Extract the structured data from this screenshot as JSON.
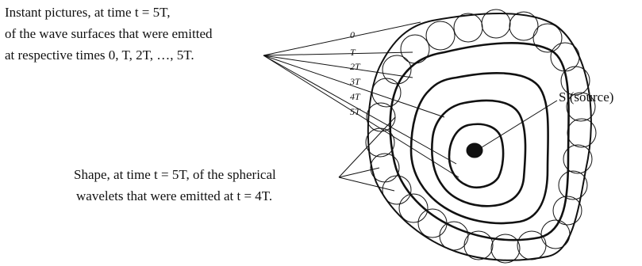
{
  "caption_top": {
    "line1": "Instant pictures, at time t = 5T,",
    "line2": "of the wave surfaces that were emitted",
    "line3": "at respective times 0, T, 2T, …, 5T."
  },
  "time_labels": [
    "0",
    "T",
    "2T",
    "3T",
    "4T",
    "5T"
  ],
  "source_label": "S (source)",
  "caption_bottom": {
    "line1": "Shape, at time t = 5T, of the spherical",
    "line2": "wavelets that were emitted at t = 4T."
  }
}
